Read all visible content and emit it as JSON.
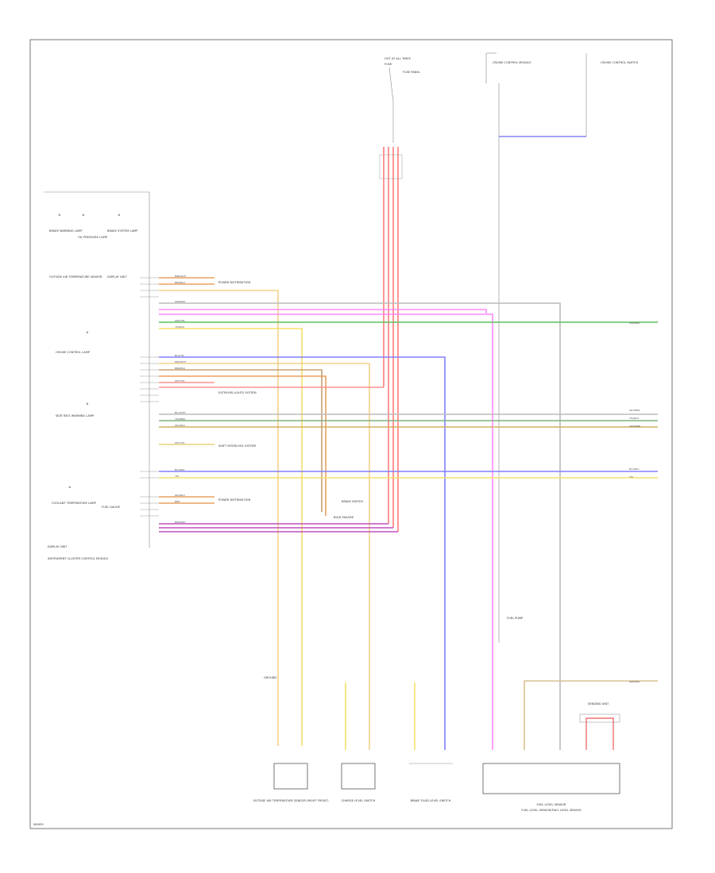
{
  "page_id": "W0009",
  "diagram": {
    "top_components": {
      "hot_at_all_times": "HOT AT ALL TIMES",
      "fuse_label": "FUSE",
      "fuse_panel": "FUSE PANEL",
      "cc_module": "CRUISE CONTROL MODULE",
      "cc_switch": "CRUISE CONTROL SWITCH"
    },
    "cluster": {
      "lamp1": "BRAKE WARNING LAMP",
      "lamp2": "OIL PRESSURE LAMP",
      "lamp3": "BRAKE SYSTEM LAMP",
      "outside_temp": "OUTSIDE AIR TEMPERATURE SENSOR",
      "display_unit": "DISPLAY UNIT",
      "cc_lamp": "CRUISE CONTROL LAMP",
      "seatbelt_lamp": "SEAT BELT WARNING LAMP",
      "coolant_lamp": "COOLANT TEMPERATURE LAMP",
      "fuel_gauge": "FUEL GAUGE",
      "display_unit_label": "DISPLAY UNIT",
      "cluster_name": "INSTRUMENT CLUSTER CONTROL MODULE"
    },
    "wire_labels": {
      "w1": "BRN/WHT",
      "w2": "BRN/BLU",
      "w3": "GRN/BLK",
      "w4": "GRN/YEL",
      "w5": "YEL/BLK",
      "w6": "BLU/YEL",
      "w7": "BRN/WHT",
      "w8": "BRN/BLU",
      "w9": "GRY/YEL",
      "w10": "BLU/WHT",
      "w11": "YEL/BRN",
      "w12": "GRY/BLK",
      "w13": "GRY/YEL",
      "w14": "BLU/BLK",
      "w15": "YEL",
      "w16": "GRY/BLU",
      "w17": "BRN",
      "w18": "BRN/RED"
    },
    "references": {
      "ref1": "POWER DISTRIBUTION",
      "ref2": "EXTERIOR LIGHTS SYSTEM",
      "ref3": "SHIFT INTERLOCK SYSTEM",
      "ref4": "POWER DISTRIBUTION",
      "brake_switch": "BRAKE SWITCH",
      "bulb_failure": "BULB FAILURE"
    },
    "right_labels": {
      "r1": "GRN/BLK",
      "r2": "GRY/BRN",
      "r3": "YEL/BLK",
      "r4": "GRN/BRN",
      "r5": "BLU/BLK",
      "r6": "YEL",
      "r7": "GRN/BLK"
    },
    "bottom_components": {
      "c1": "OUTSIDE AIR TEMPERATURE SENSOR (RIGHT FRONT)",
      "c2": "CHARGE LEVEL SWITCH",
      "c3": "BRAKE FLUID LEVEL SWITCH",
      "c4": "FUEL LEVEL SENSOR",
      "c5": "FUEL LEVEL SENSOR/FUEL LEVEL SENSOR",
      "c6": "SENDING UNIT",
      "fuel_pump": "FUEL PUMP",
      "ground_label": "GROUND"
    }
  }
}
